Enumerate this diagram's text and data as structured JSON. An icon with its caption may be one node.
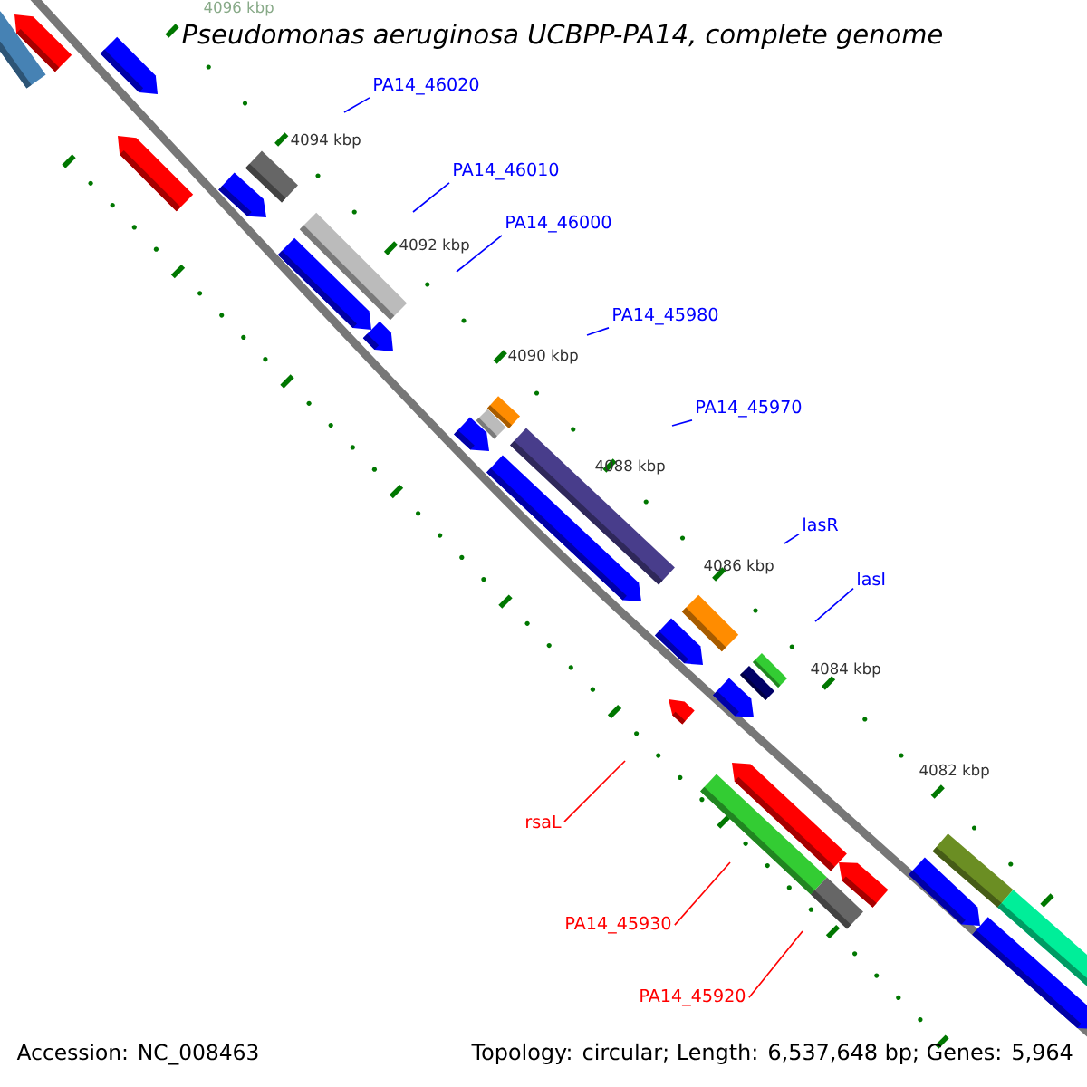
{
  "diagram": {
    "title": "Pseudomonas aeruginosa UCBPP-PA14, complete genome",
    "nodes": [
      {
        "text": [
          "PA14_46020"
        ]
      },
      {
        "text": [
          "PA14_46010"
        ]
      },
      {
        "text": [
          "PA14_46000"
        ]
      },
      {
        "text": [
          "PA14_45980"
        ]
      },
      {
        "text": [
          "PA14_45970"
        ]
      },
      {
        "text": [
          "lasR"
        ]
      },
      {
        "text": [
          "lasI"
        ]
      },
      {
        "text": [
          "rsaL"
        ]
      },
      {
        "text": [
          "PA14_45930"
        ]
      },
      {
        "text": [
          "PA14_45920"
        ]
      }
    ],
    "edges": [
      {
        "from": 0,
        "to": null,
        "arrow": "none"
      },
      {
        "from": 1,
        "to": null,
        "arrow": "none"
      },
      {
        "from": 2,
        "to": null,
        "arrow": "none"
      },
      {
        "from": 3,
        "to": null,
        "arrow": "none"
      },
      {
        "from": 4,
        "to": null,
        "arrow": "none"
      },
      {
        "from": 5,
        "to": null,
        "arrow": "none"
      },
      {
        "from": 6,
        "to": null,
        "arrow": "none"
      },
      {
        "from": 7,
        "to": null,
        "arrow": "none",
        "color": "#ff0000"
      },
      {
        "from": 8,
        "to": null,
        "arrow": "none",
        "color": "#ff0000"
      },
      {
        "from": 9,
        "to": null,
        "arrow": "none",
        "color": "#ff0000"
      }
    ],
    "labels": [
      "4096 kbp",
      "4094 kbp",
      "4092 kbp",
      "4090 kbp",
      "4088 kbp",
      "4086 kbp",
      "4084 kbp",
      "4082 kbp",
      "Accession: NC_008463",
      "Topology: circular; Length: 6,537,648 bp; Genes: 5,964"
    ]
  }
}
